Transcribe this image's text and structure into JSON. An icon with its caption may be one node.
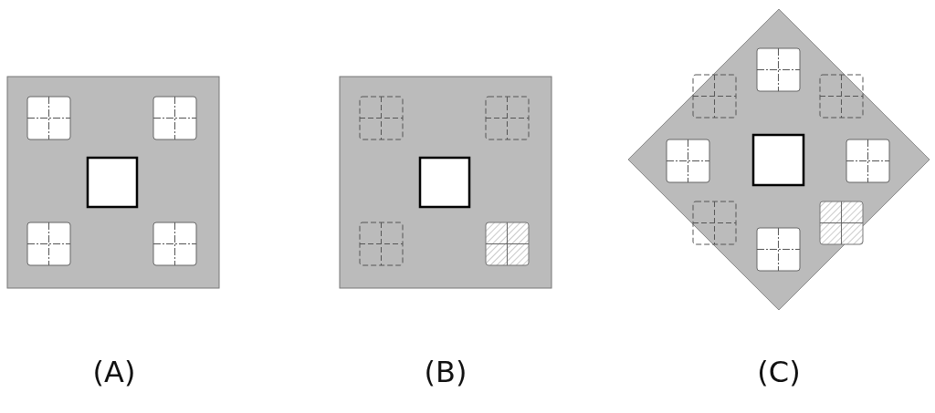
{
  "diagram": {
    "labels": [
      "(A)",
      "(B)",
      "(C)"
    ]
  }
}
